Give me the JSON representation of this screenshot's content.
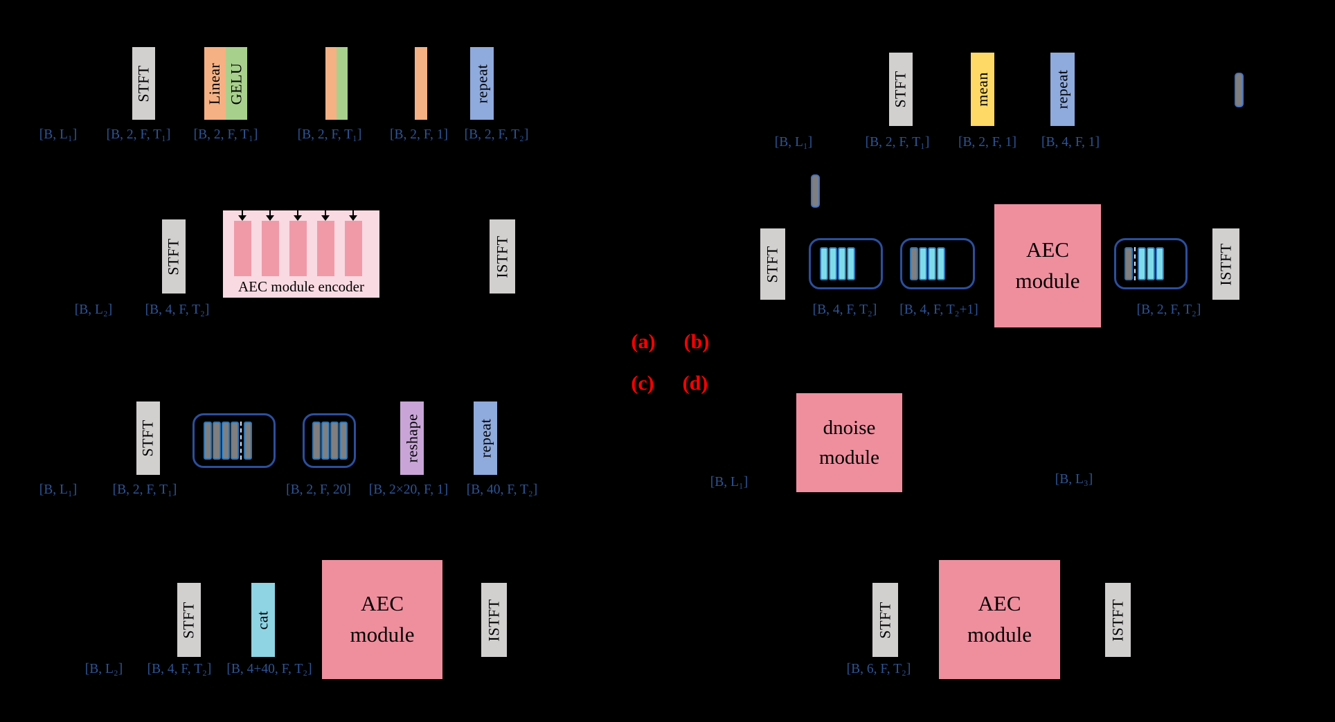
{
  "figure": {
    "caption_tags": {
      "a": "(a)",
      "b": "(b)",
      "c": "(c)",
      "d": "(d)"
    },
    "ops": {
      "stft": "STFT",
      "istft": "ISTFT",
      "linear": "Linear",
      "gelu": "GELU",
      "mean": "mean",
      "repeat": "repeat",
      "reshape": "reshape",
      "cat": "cat"
    },
    "modules": {
      "aec": "AEC module",
      "dnoise": "dnoise module",
      "encoder": "AEC module encoder"
    },
    "colors": {
      "stft_gray": "#d2cfcf",
      "linear_orange": "#f5b183",
      "gelu_green": "#a8d08d",
      "mean_yellow": "#ffd965",
      "repeat_blue": "#8faadc",
      "reshape_purple": "#c9a5d7",
      "cat_cyan": "#8ed4e3",
      "module_pink": "#ef8f9e",
      "encoder_bg": "#f9dae2",
      "encoder_bar": "#f09aa8",
      "bar_cyan": "#7edce9",
      "bar_gray": "#7f7f7f",
      "bar_border": "#2e75b6",
      "outline_blue": "#2b4f9e",
      "label_blue": "#2e5496",
      "tag_red": "#ff0000"
    },
    "shapes": {
      "a1": [
        "[B, L₁]",
        "[B, 2, F, T₁]",
        "[B, 2, F, T₁]",
        "[B, 2, F, T₁]",
        "[B, 2, F, 1]",
        "[B, 2, F, T₂]"
      ],
      "b1": [
        "[B, L₁]",
        "[B, 2, F, T₁]",
        "[B, 2, F, 1]",
        "[B, 4, F, 1]"
      ],
      "a2": [
        "[B, L₂]",
        "[B, 4, F, T₂]"
      ],
      "b2": [
        "[B, 4, F, T₂]",
        "[B, 4, F, T₂+1]",
        "[B, 2, F, T₂]"
      ],
      "c1": [
        "[B, L₁]",
        "[B, 2, F, T₁]",
        "[B, 2, F, 20]",
        "[B, 2×20, F, 1]",
        "[B, 40, F, T₂]"
      ],
      "d1": [
        "[B, L₁]",
        "[B, L₃]"
      ],
      "c2": [
        "[B, L₂]",
        "[B, 4, F, T₂]",
        "[B, 4+40, F, T₂]"
      ],
      "d2": [
        "[B, 6, F, T₂]"
      ]
    }
  }
}
